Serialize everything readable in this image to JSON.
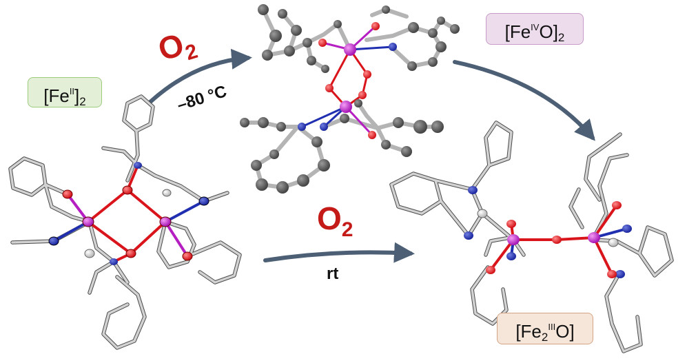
{
  "labels": {
    "fe2": {
      "prefix": "[Fe",
      "sup": "II",
      "close": "]",
      "sub": "2"
    },
    "feivo": {
      "prefix": "[Fe",
      "sup": "IV",
      "mid": "O]",
      "sub": "2"
    },
    "fe2iiio": {
      "prefix": "[Fe",
      "sub": "2",
      "sup": "III",
      "suffix": "O]"
    }
  },
  "reagents": {
    "top": {
      "main": "O",
      "sub": "2",
      "condition": "–80 °C"
    },
    "bottom": {
      "main": "O",
      "sub": "2",
      "condition": "rt"
    }
  },
  "colors": {
    "oxygen_reagent": "#c41a18",
    "arrow": "#4c5f75",
    "stick_carbon": "#c8c8c8",
    "ball_carbon": "#5a5a5a",
    "iron": "#b51fc2",
    "oxygen_atom": "#e0141a",
    "nitrogen_atom": "#1f2fb0"
  }
}
